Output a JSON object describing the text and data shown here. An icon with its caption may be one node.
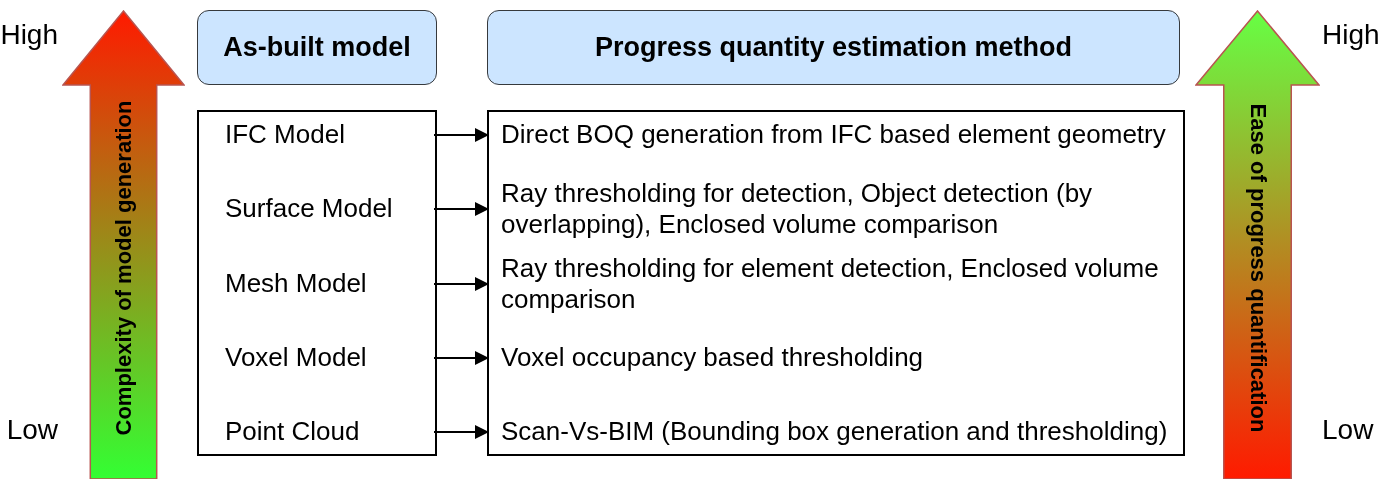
{
  "diagram": {
    "nodes": [
      {
        "text": [
          "Complexity of model generation"
        ],
        "beside": [
          "High",
          "Low"
        ]
      },
      {
        "text": [
          "As-built model"
        ]
      },
      {
        "text": [
          "Progress quantity estimation method"
        ]
      },
      {
        "text": [
          "Ease of progress quantification"
        ],
        "beside": [
          "High",
          "Low"
        ]
      },
      {
        "text": [],
        "shape": "box"
      },
      {
        "text": [
          "IFC Model"
        ],
        "in": 4
      },
      {
        "text": [
          "Surface Model"
        ],
        "in": 4
      },
      {
        "text": [
          "Mesh Model"
        ],
        "in": 4
      },
      {
        "text": [
          "Voxel Model"
        ],
        "in": 4
      },
      {
        "text": [
          "Point Cloud"
        ],
        "in": 4
      },
      {
        "text": [],
        "shape": "box"
      },
      {
        "text": [
          "Direct BOQ generation from IFC based element geometry"
        ],
        "in": 10
      },
      {
        "text": [
          "Ray thresholding for detection, Object detection (by overlapping), Enclosed volume comparison"
        ],
        "in": 10
      },
      {
        "text": [
          "Ray thresholding for element detection, Enclosed volume comparison"
        ],
        "in": 10
      },
      {
        "text": [
          "Voxel occupancy based thresholding"
        ],
        "in": 10
      },
      {
        "text": [
          "Scan-Vs-BIM (Bounding box generation and thresholding)"
        ],
        "in": 10
      }
    ],
    "edges": [
      {
        "from": 5,
        "to": 11,
        "arrow": "to"
      },
      {
        "from": 6,
        "to": 12,
        "arrow": "to"
      },
      {
        "from": 7,
        "to": 13,
        "arrow": "to"
      },
      {
        "from": 8,
        "to": 14,
        "arrow": "to"
      },
      {
        "from": 9,
        "to": 15,
        "arrow": "to"
      }
    ]
  }
}
